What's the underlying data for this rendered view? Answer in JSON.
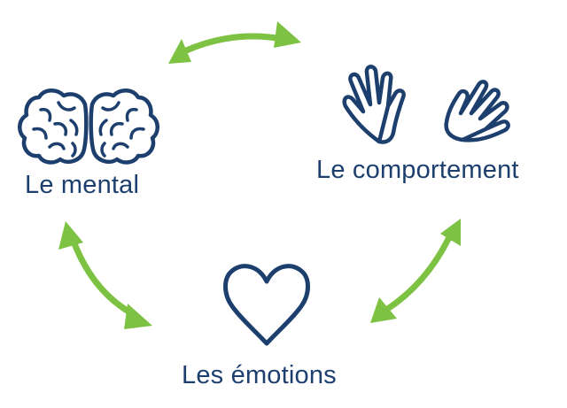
{
  "colors": {
    "navy": "#1d3f6e",
    "green": "#7dc242",
    "background": "#ffffff"
  },
  "nodes": {
    "mental": {
      "label": "Le mental",
      "icon": "brain-icon"
    },
    "behavior": {
      "label": "Le comportement",
      "icon": "hands-icon"
    },
    "emotions": {
      "label": "Les émotions",
      "icon": "heart-icon"
    }
  },
  "connections": [
    {
      "from": "mental",
      "to": "behavior",
      "style": "double-headed-arrow"
    },
    {
      "from": "behavior",
      "to": "emotions",
      "style": "double-headed-arrow"
    },
    {
      "from": "emotions",
      "to": "mental",
      "style": "double-headed-arrow"
    }
  ]
}
